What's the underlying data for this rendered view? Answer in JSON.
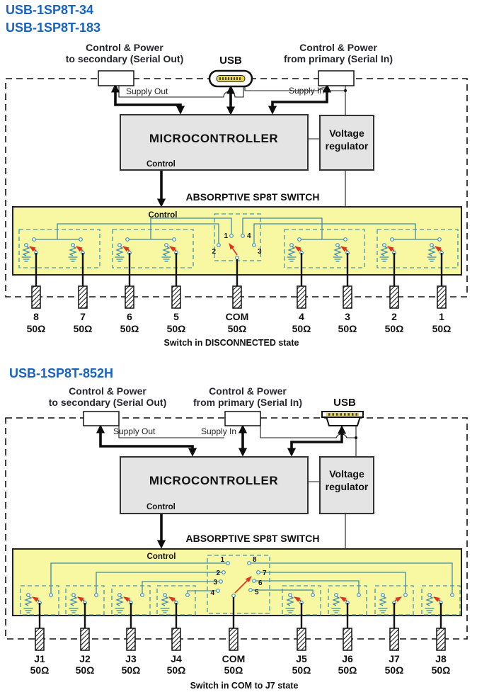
{
  "colors": {
    "accent_blue": "#1663c5",
    "wire_teal": "#3e8ca8",
    "arrow_red": "#e03220",
    "switch_yellow": "#f8f8a2",
    "block_gray": "#e4e4e4"
  },
  "diagram1": {
    "models": [
      "USB-1SP8T-34",
      "USB-1SP8T-183"
    ],
    "labels": {
      "control_secondary_1": "Control & Power",
      "control_secondary_2": "to secondary (Serial Out)",
      "usb": "USB",
      "control_primary_1": "Control & Power",
      "control_primary_2": "from primary (Serial In)",
      "supply_out": "Supply Out",
      "supply_in": "Supply In",
      "microcontroller": "MICROCONTROLLER",
      "mc_control": "Control",
      "regulator_1": "Voltage",
      "regulator_2": "regulator",
      "switch_title": "ABSORPTIVE SP8T SWITCH",
      "switch_control": "Control"
    },
    "hub": [
      "1",
      "2",
      "3",
      "4"
    ],
    "ports": [
      {
        "name": "8",
        "ohm": "50Ω"
      },
      {
        "name": "7",
        "ohm": "50Ω"
      },
      {
        "name": "6",
        "ohm": "50Ω"
      },
      {
        "name": "5",
        "ohm": "50Ω"
      },
      {
        "name": "COM",
        "ohm": "50Ω"
      },
      {
        "name": "4",
        "ohm": "50Ω"
      },
      {
        "name": "3",
        "ohm": "50Ω"
      },
      {
        "name": "2",
        "ohm": "50Ω"
      },
      {
        "name": "1",
        "ohm": "50Ω"
      }
    ],
    "caption": "Switch in DISCONNECTED state"
  },
  "diagram2": {
    "model": "USB-1SP8T-852H",
    "labels": {
      "control_secondary_1": "Control & Power",
      "control_secondary_2": "to secondary (Serial Out)",
      "control_primary_1": "Control & Power",
      "control_primary_2": "from primary (Serial In)",
      "usb": "USB",
      "supply_out": "Supply Out",
      "supply_in": "Supply In",
      "microcontroller": "MICROCONTROLLER",
      "mc_control": "Control",
      "regulator_1": "Voltage",
      "regulator_2": "regulator",
      "switch_title": "ABSORPTIVE SP8T SWITCH",
      "switch_control": "Control"
    },
    "hub": [
      "1",
      "2",
      "3",
      "4",
      "5",
      "6",
      "7",
      "8"
    ],
    "ports": [
      {
        "name": "J1",
        "ohm": "50Ω"
      },
      {
        "name": "J2",
        "ohm": "50Ω"
      },
      {
        "name": "J3",
        "ohm": "50Ω"
      },
      {
        "name": "J4",
        "ohm": "50Ω"
      },
      {
        "name": "COM",
        "ohm": "50Ω"
      },
      {
        "name": "J5",
        "ohm": "50Ω"
      },
      {
        "name": "J6",
        "ohm": "50Ω"
      },
      {
        "name": "J7",
        "ohm": "50Ω"
      },
      {
        "name": "J8",
        "ohm": "50Ω"
      }
    ],
    "caption": "Switch in COM to J7 state"
  }
}
